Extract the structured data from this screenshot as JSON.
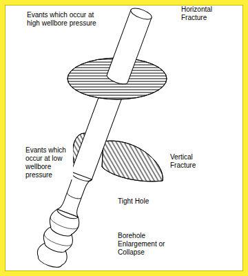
{
  "diagram": {
    "labels": [
      "Horizontal Fracture",
      "Evants which occur at high wellbore pressure",
      "Vertical Fracture",
      "Evants which occur at low wellbore pressure",
      "Tight Hole",
      "Borehole Enlargement or Collapse"
    ]
  }
}
